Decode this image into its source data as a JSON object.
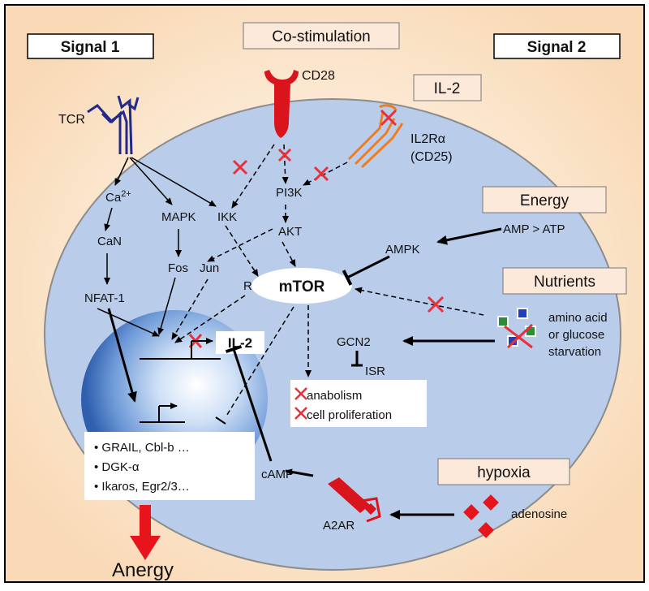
{
  "signals": {
    "signal1": "Signal 1",
    "signal2": "Signal 2"
  },
  "boxes": {
    "costimulation": "Co-stimulation",
    "il2": "IL-2",
    "energy": "Energy",
    "nutrients": "Nutrients",
    "hypoxia": "hypoxia"
  },
  "receptors": {
    "tcr": "TCR",
    "cd28": "CD28",
    "il2ra_line1": "IL2Rα",
    "il2ra_line2": "(CD25)",
    "a2ar": "A2AR"
  },
  "molecules": {
    "ca": "Ca",
    "ca_sup": "2+",
    "can": "CaN",
    "nfat": "NFAT-1",
    "mapk": "MAPK",
    "ikk": "IKK",
    "pi3k": "PI3K",
    "akt": "AKT",
    "fos": "Fos",
    "jun": "Jun",
    "rel": "Rel",
    "mtor": "mTOR",
    "ampk": "AMPK",
    "amp_atp": "AMP > ATP",
    "gcn2": "GCN2",
    "isr": "ISR",
    "camp": "cAMP",
    "il2_gene": "IL-2",
    "adenosine": "adenosine"
  },
  "starvation": [
    "amino acid",
    "or glucose",
    "starvation"
  ],
  "outcomes": [
    "anabolism",
    "cell proliferation"
  ],
  "anergy_genes": [
    "• GRAIL, Cbl-b …",
    "• DGK-α",
    "• Ikaros, Egr2/3…"
  ],
  "result": "Anergy",
  "colors": {
    "cell": "#b9cdeb",
    "cell_border": "#8c8c8c",
    "background": "#fbe6cf",
    "box_fill": "#fde9d9",
    "inhibit_x": "#e8303a",
    "tcr": "#1f2a8a",
    "cd28": "#d9141c",
    "il2r": "#f07d1d",
    "anergy_arrow": "#e8141c"
  }
}
